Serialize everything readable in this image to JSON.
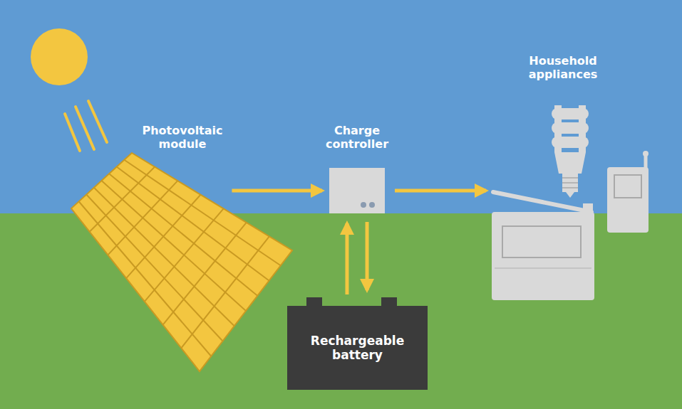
{
  "diagram": {
    "nodes": [
      {
        "text": [
          "Photovoltaic module"
        ]
      },
      {
        "text": [
          "Charge controller"
        ]
      },
      {
        "text": [
          "Household appliances"
        ]
      },
      {
        "text": [
          "Rechargeable battery"
        ]
      }
    ],
    "edges": [
      {
        "from": 0,
        "to": 1,
        "arrow": "to"
      },
      {
        "from": 1,
        "to": 2,
        "arrow": "to"
      },
      {
        "from": 3,
        "to": 1,
        "arrow": "to"
      },
      {
        "from": 1,
        "to": 3,
        "arrow": "to"
      }
    ]
  }
}
